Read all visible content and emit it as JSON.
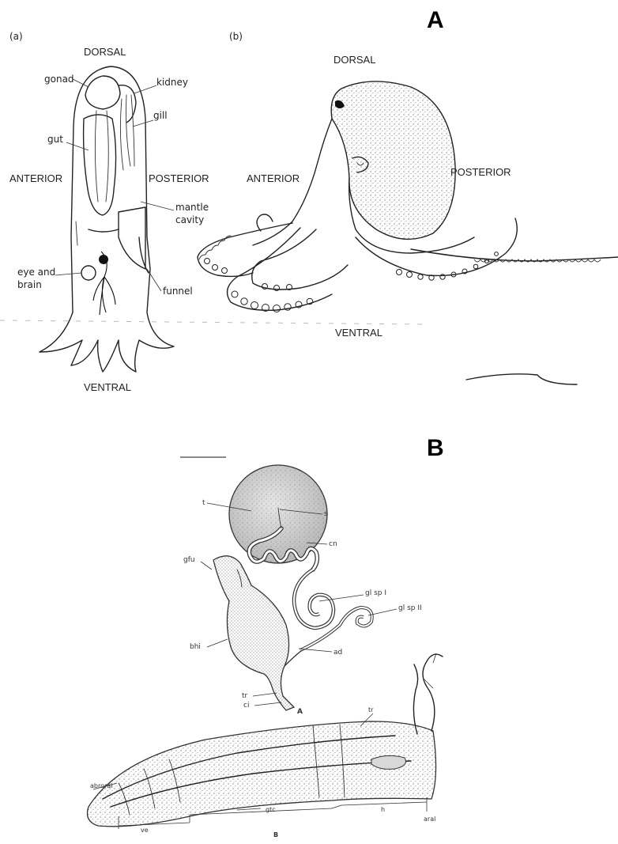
{
  "panels": {
    "a": {
      "letter": "A"
    },
    "b": {
      "letter": "B"
    }
  },
  "figure_a": {
    "left": {
      "tag": "(a)",
      "dorsal": "DORSAL",
      "ventral": "VENTRAL",
      "anterior": "ANTERIOR",
      "posterior": "POSTERIOR",
      "gonad": "gonad",
      "kidney": "kidney",
      "gill": "gill",
      "gut": "gut",
      "mantle": "mantle",
      "cavity": "cavity",
      "eye_and": "eye and",
      "brain": "brain",
      "funnel": "funnel"
    },
    "right": {
      "tag": "(b)",
      "dorsal": "DORSAL",
      "ventral": "VENTRAL",
      "anterior": "ANTERIOR",
      "posterior": "POSTERIOR"
    }
  },
  "figure_b": {
    "top": {
      "labels": [
        "t",
        "s",
        "cn",
        "gl sp I",
        "gl sp II",
        "gfu",
        "bhi",
        "ad",
        "tr",
        "ci"
      ],
      "letter": "A"
    },
    "bottom": {
      "labels": [
        "abroral",
        "ve",
        "tr",
        "gtc",
        "h",
        "aral"
      ],
      "letter": "B"
    }
  }
}
